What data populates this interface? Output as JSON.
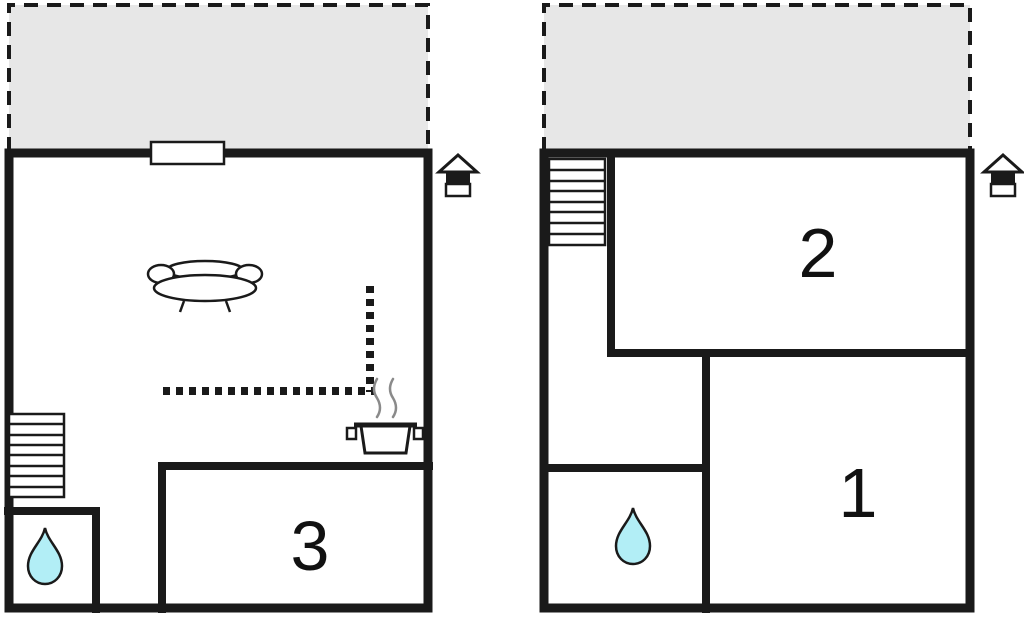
{
  "colors": {
    "wall": "#1a1a1a",
    "terrace": "#e7e7e7",
    "water": "#b2eef6",
    "steam": "#8a8a8a",
    "background": "#ffffff",
    "label": "#111111"
  },
  "floorplans": [
    {
      "id": "left-plan",
      "rooms": [
        {
          "label": "3"
        }
      ],
      "icons": [
        "terrace-dashed-boundary",
        "window",
        "sofa-icon",
        "kitchen-divider",
        "stove-icon",
        "stairs-icon",
        "water-drop-icon",
        "entrance-house-icon"
      ]
    },
    {
      "id": "right-plan",
      "rooms": [
        {
          "label": "2"
        },
        {
          "label": "1"
        }
      ],
      "icons": [
        "terrace-dashed-boundary",
        "stairs-icon",
        "water-drop-icon",
        "entrance-house-icon"
      ]
    }
  ]
}
